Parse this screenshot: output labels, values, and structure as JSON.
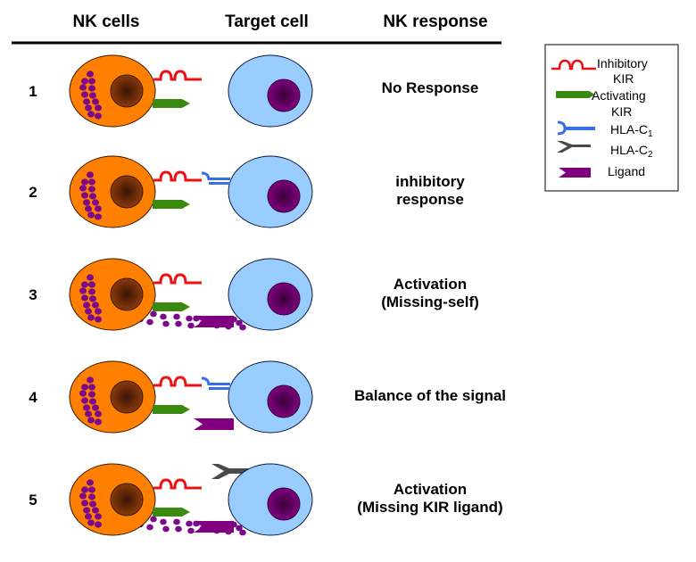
{
  "headers": {
    "nk_cells": "NK cells",
    "target_cell": "Target cell",
    "nk_response": "NK response"
  },
  "colors": {
    "nk_cell": "#ff7f00",
    "nk_nucleus": "#8b3a0a",
    "granule": "#7a0a8a",
    "target_cell": "#99ccff",
    "target_nucleus": "#7a0a7a",
    "inhibitory_kir": "#ee1111",
    "activating_kir": "#3a8a10",
    "hla_c1": "#3a6ee8",
    "hla_c2": "#4a4a4a",
    "ligand": "#800080"
  },
  "rows": [
    {
      "number": "1",
      "response_lines": [
        "No Response"
      ],
      "hla": "none",
      "ligand": false,
      "released_granules": false
    },
    {
      "number": "2",
      "response_lines": [
        "inhibitory",
        "response"
      ],
      "hla": "c1",
      "ligand": false,
      "released_granules": false
    },
    {
      "number": "3",
      "response_lines": [
        "Activation",
        "(Missing-self)"
      ],
      "hla": "none",
      "ligand": true,
      "released_granules": true
    },
    {
      "number": "4",
      "response_lines": [
        "Balance of the signal"
      ],
      "hla": "c1",
      "ligand": true,
      "released_granules": false
    },
    {
      "number": "5",
      "response_lines": [
        "Activation",
        "(Missing KIR ligand)"
      ],
      "hla": "c2",
      "ligand": true,
      "released_granules": true
    }
  ],
  "legend": {
    "items": [
      {
        "icon": "inhibitory-kir-icon",
        "lines": [
          "Inhibitory",
          "KIR"
        ]
      },
      {
        "icon": "activating-kir-icon",
        "lines": [
          "Activating",
          "KIR"
        ]
      },
      {
        "icon": "hla-c1-icon",
        "label": "HLA-C",
        "subscript": "1"
      },
      {
        "icon": "hla-c2-icon",
        "label": "HLA-C",
        "subscript": "2"
      },
      {
        "icon": "ligand-icon",
        "label": "Ligand"
      }
    ]
  }
}
